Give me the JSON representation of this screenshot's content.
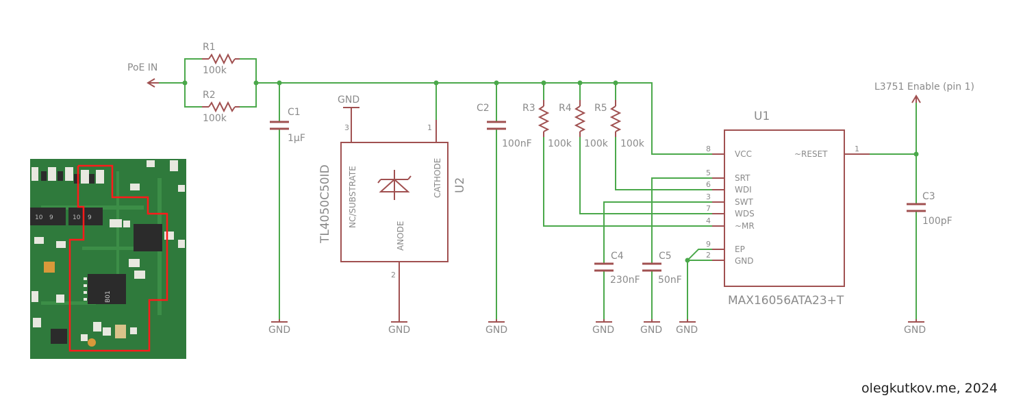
{
  "labels": {
    "poe_in": "PoE IN",
    "enable": "L3751 Enable (pin 1)",
    "gnd": "GND"
  },
  "components": {
    "r1": {
      "ref": "R1",
      "value": "100k"
    },
    "r2": {
      "ref": "R2",
      "value": "100k"
    },
    "r3": {
      "ref": "R3",
      "value": "100k"
    },
    "r4": {
      "ref": "R4",
      "value": "100k"
    },
    "r5": {
      "ref": "R5",
      "value": "100k"
    },
    "c1": {
      "ref": "C1",
      "value": "1µF"
    },
    "c2": {
      "ref": "C2",
      "value": "100nF"
    },
    "c3": {
      "ref": "C3",
      "value": "100pF"
    },
    "c4": {
      "ref": "C4",
      "value": "230nF"
    },
    "c5": {
      "ref": "C5",
      "value": "50nF"
    },
    "u1": {
      "ref": "U1",
      "part": "MAX16056ATA23+T",
      "pins": [
        {
          "num": "8",
          "name": "VCC"
        },
        {
          "num": "5",
          "name": "SRT"
        },
        {
          "num": "6",
          "name": "WDI"
        },
        {
          "num": "3",
          "name": "SWT"
        },
        {
          "num": "7",
          "name": "WDS"
        },
        {
          "num": "4",
          "name": "~MR"
        },
        {
          "num": "9",
          "name": "EP"
        },
        {
          "num": "2",
          "name": "GND"
        },
        {
          "num": "1",
          "name": "~RESET"
        }
      ]
    },
    "u2": {
      "ref": "U2",
      "part": "TL4050C50ID",
      "pins": [
        {
          "num": "3",
          "name": "NC/SUBSTRATE"
        },
        {
          "num": "1",
          "name": "CATHODE"
        },
        {
          "num": "2",
          "name": "ANODE"
        }
      ]
    }
  },
  "pcb_photo": {
    "chip_markings": [
      "10",
      "9",
      "10",
      "9",
      "B01"
    ]
  },
  "colors": {
    "wire": "#4aa84a",
    "part": "#a05050",
    "text": "#8a8a8a",
    "pcb_outline": "#ff1a1a"
  },
  "credit": "olegkutkov.me, 2024"
}
